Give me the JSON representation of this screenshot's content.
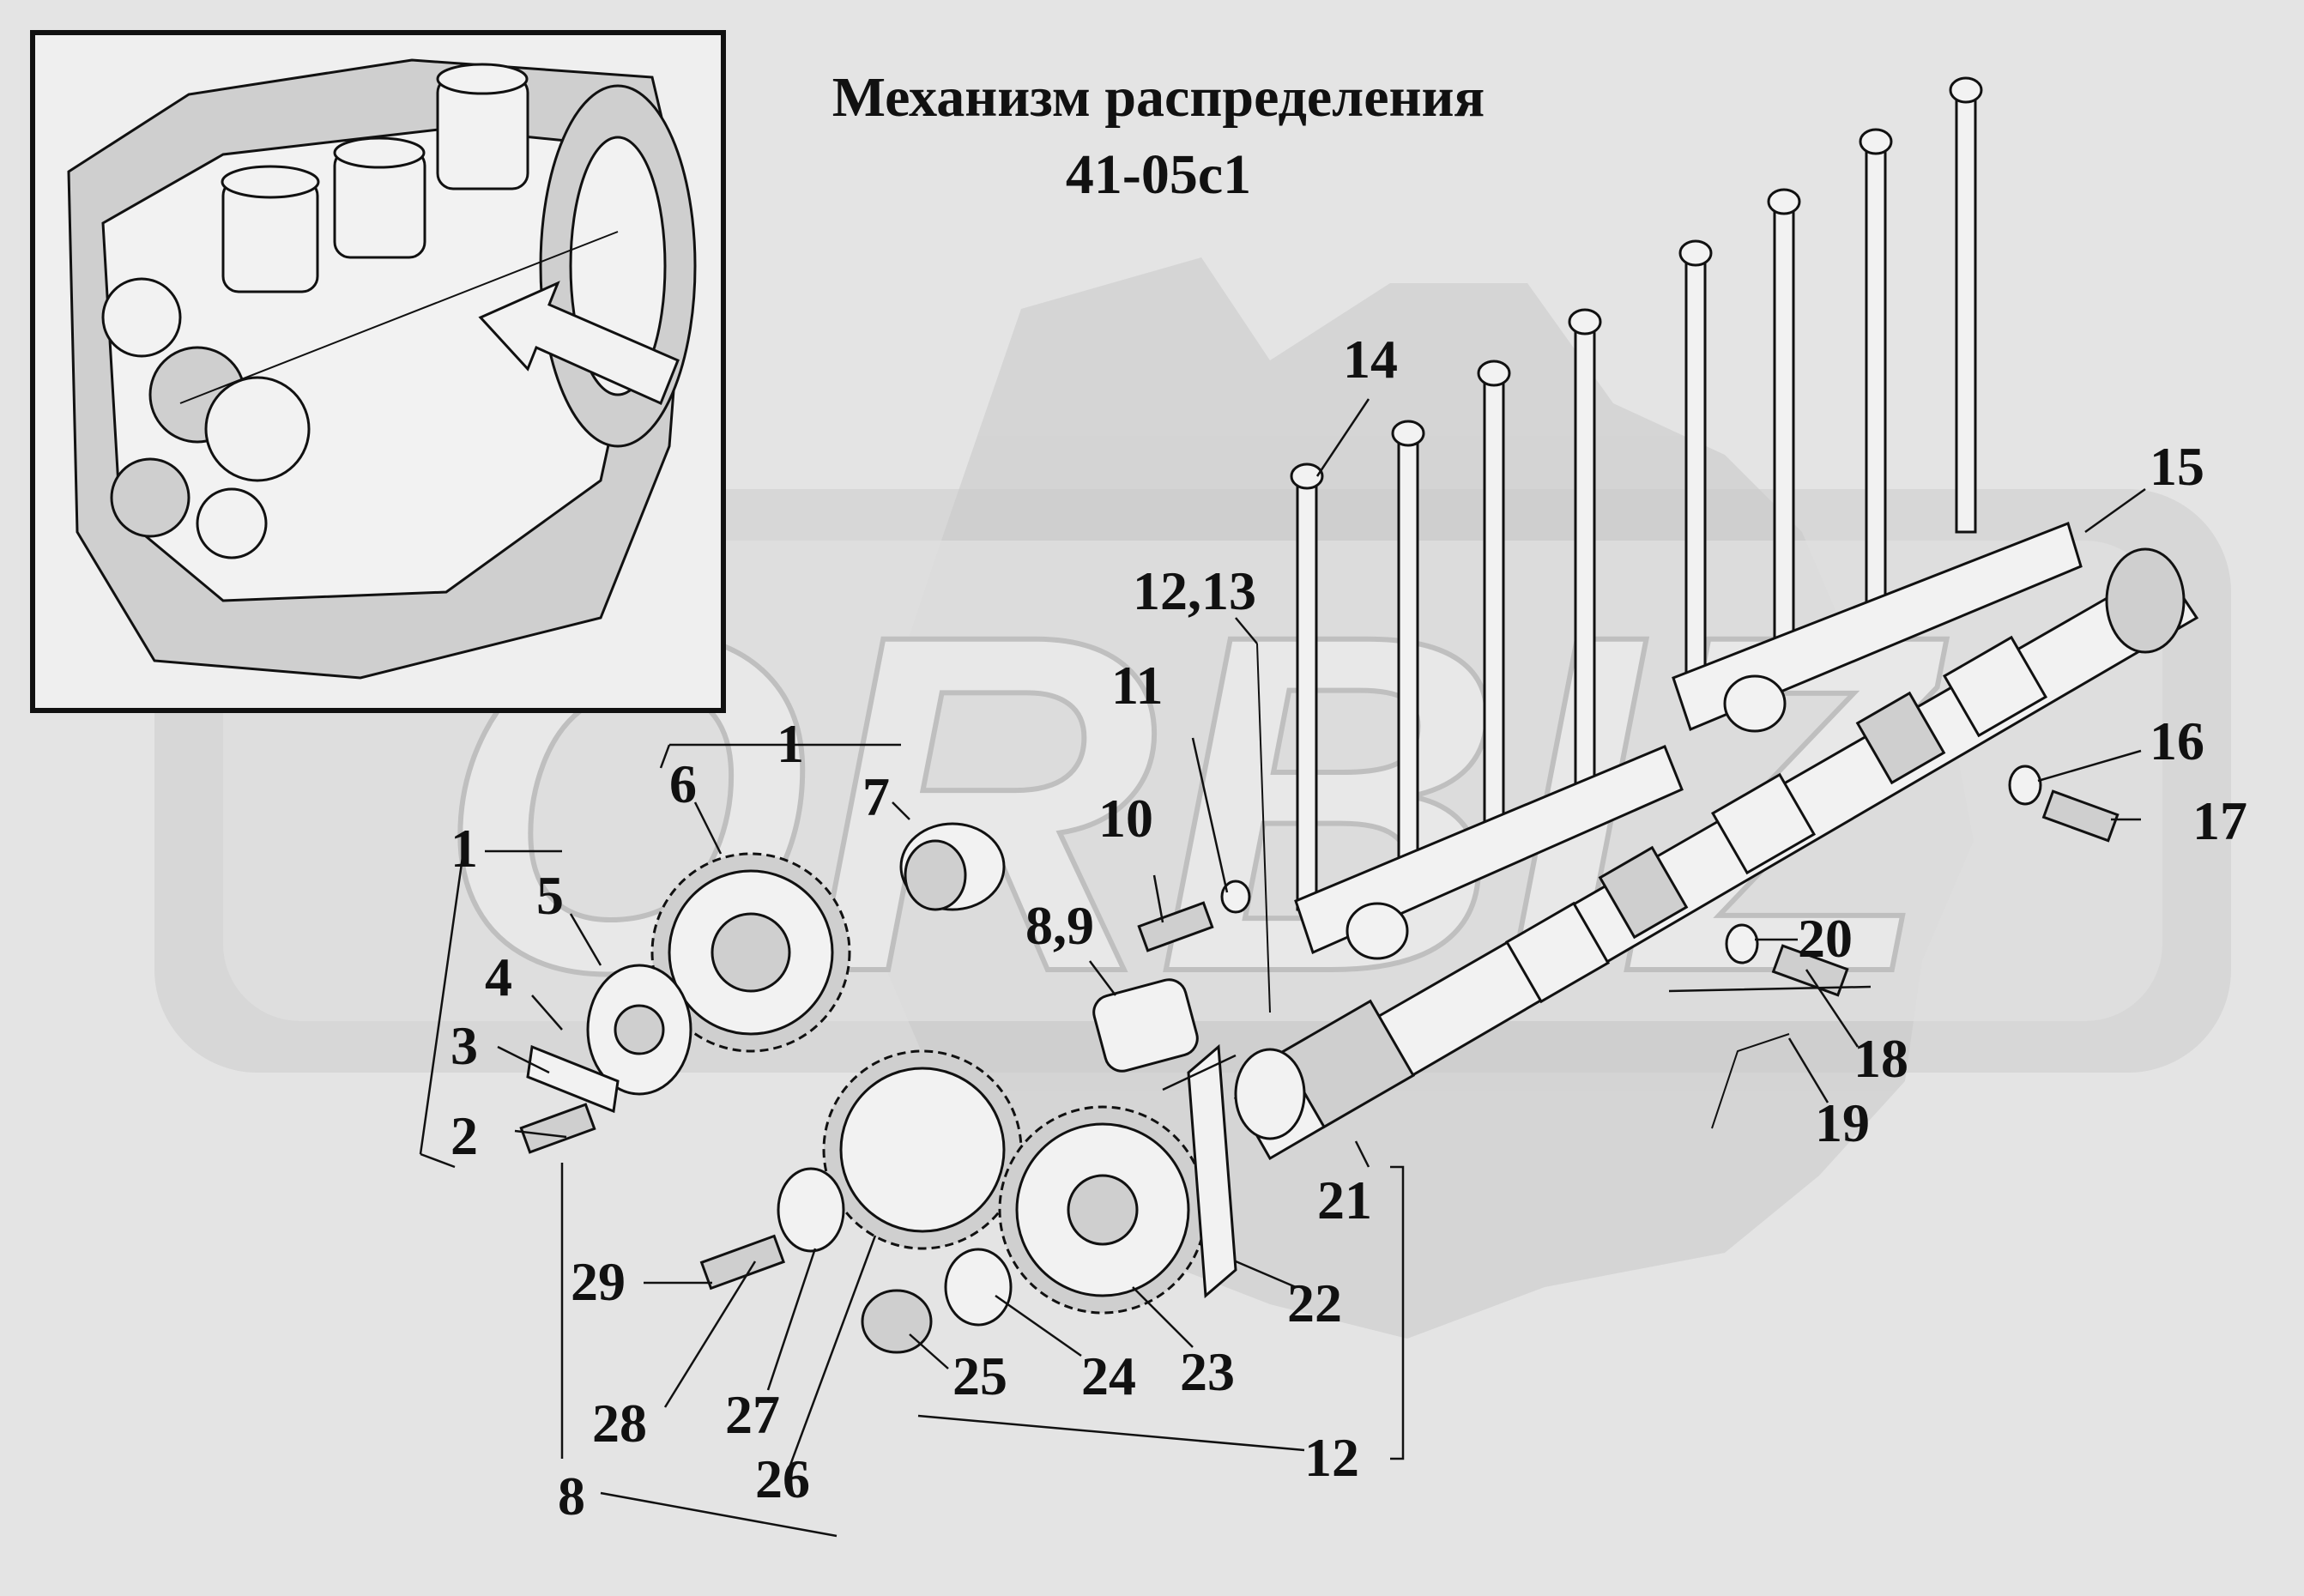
{
  "title": {
    "line1": "Механизм распределения",
    "line2": "41-05с1"
  },
  "watermark": {
    "text": "ORBIZ"
  },
  "colors": {
    "background": "#e4e4e4",
    "ink": "#111111",
    "watermark": "#d0d0d0"
  },
  "callouts": [
    "1",
    "1",
    "2",
    "3",
    "4",
    "5",
    "6",
    "7",
    "8,9",
    "10",
    "11",
    "12,13",
    "14",
    "15",
    "16",
    "17",
    "18",
    "19",
    "20",
    "21",
    "22",
    "23",
    "24",
    "25",
    "26",
    "27",
    "28",
    "29",
    "12",
    "8"
  ]
}
